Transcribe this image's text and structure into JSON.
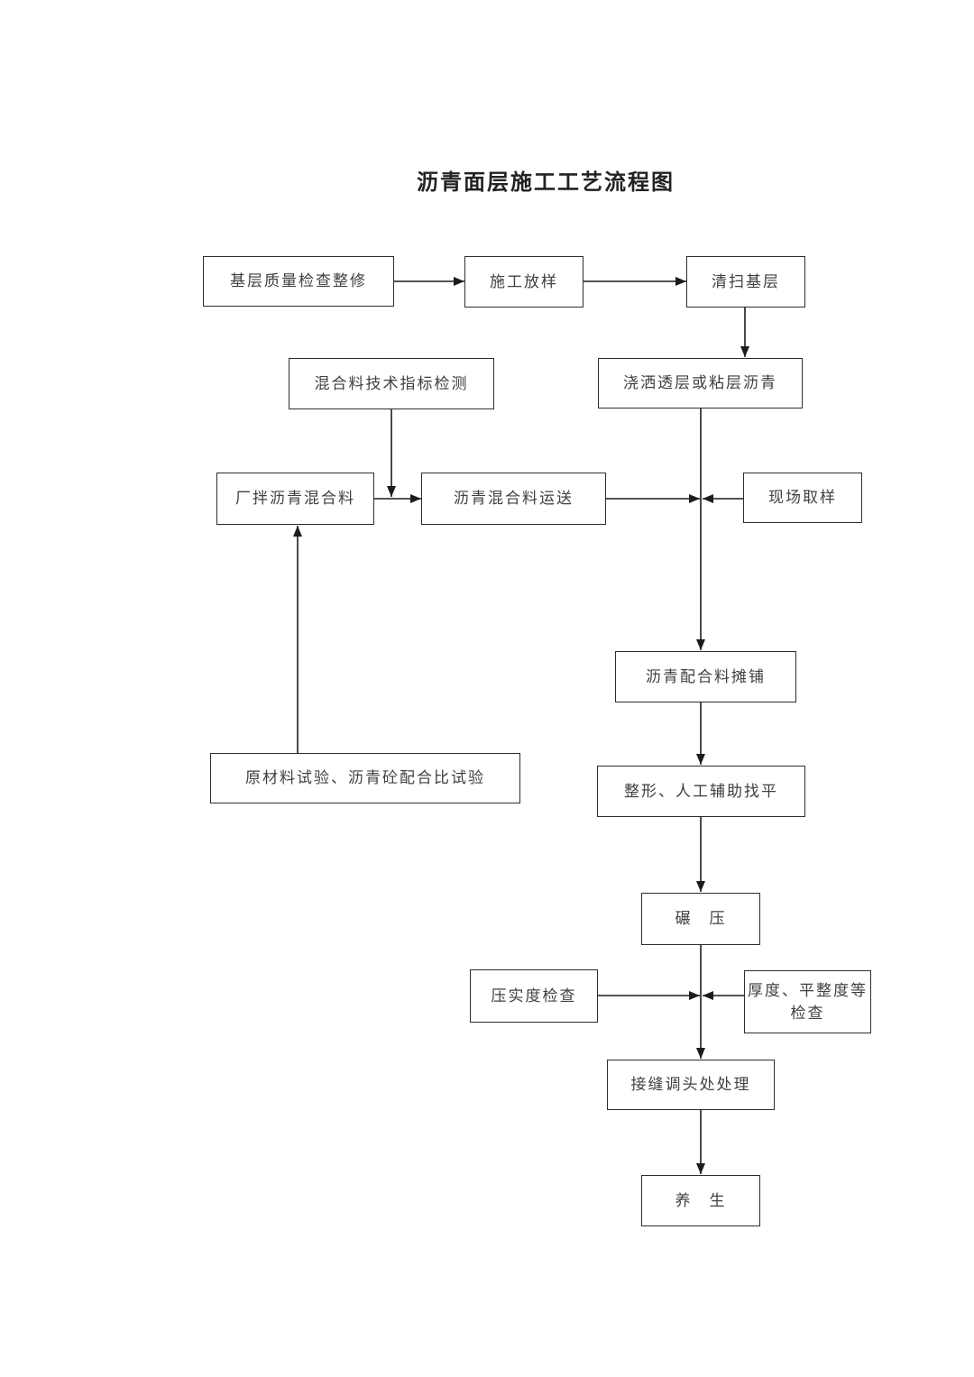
{
  "title": "沥青面层施工工艺流程图",
  "colors": {
    "line": "#1c1c1c",
    "box_border": "#2d2d2d",
    "text": "#404040",
    "background": "#ffffff"
  },
  "diagram": {
    "nodes": [
      {
        "id": "base-quality-check",
        "label": "基层质量检查整修"
      },
      {
        "id": "construction-layout",
        "label": "施工放样"
      },
      {
        "id": "clean-base",
        "label": "清扫基层"
      },
      {
        "id": "mixture-index-test",
        "label": "混合料技术指标检测"
      },
      {
        "id": "spray-prime-tack-coat",
        "label": "浇洒透层或粘层沥青"
      },
      {
        "id": "plant-mixed-asphalt",
        "label": "厂拌沥青混合料"
      },
      {
        "id": "mixture-transport",
        "label": "沥青混合料运送"
      },
      {
        "id": "site-sampling",
        "label": "现场取样"
      },
      {
        "id": "asphalt-paving",
        "label": "沥青配合料摊铺"
      },
      {
        "id": "raw-material-test",
        "label": "原材料试验、沥青砼配合比试验"
      },
      {
        "id": "shaping-leveling",
        "label": "整形、人工辅助找平"
      },
      {
        "id": "rolling",
        "label": "碾　压"
      },
      {
        "id": "compaction-check",
        "label": "压实度检查"
      },
      {
        "id": "thickness-check",
        "label": "厚度、平整度等\n检查"
      },
      {
        "id": "joint-treatment",
        "label": "接缝调头处处理"
      },
      {
        "id": "curing",
        "label": "养　生"
      }
    ],
    "edges": [
      {
        "from": "base-quality-check",
        "to": "construction-layout"
      },
      {
        "from": "construction-layout",
        "to": "clean-base"
      },
      {
        "from": "clean-base",
        "to": "spray-prime-tack-coat"
      },
      {
        "from": "mixture-index-test",
        "to": "mixture-transport"
      },
      {
        "from": "plant-mixed-asphalt",
        "to": "mixture-transport"
      },
      {
        "from": "raw-material-test",
        "to": "plant-mixed-asphalt"
      },
      {
        "from": "mixture-transport",
        "to": "asphalt-paving"
      },
      {
        "from": "site-sampling",
        "to": "asphalt-paving"
      },
      {
        "from": "spray-prime-tack-coat",
        "to": "asphalt-paving"
      },
      {
        "from": "asphalt-paving",
        "to": "shaping-leveling"
      },
      {
        "from": "shaping-leveling",
        "to": "rolling"
      },
      {
        "from": "rolling",
        "to": "joint-treatment"
      },
      {
        "from": "compaction-check",
        "to": "joint-treatment"
      },
      {
        "from": "thickness-check",
        "to": "joint-treatment"
      },
      {
        "from": "joint-treatment",
        "to": "curing"
      }
    ]
  }
}
